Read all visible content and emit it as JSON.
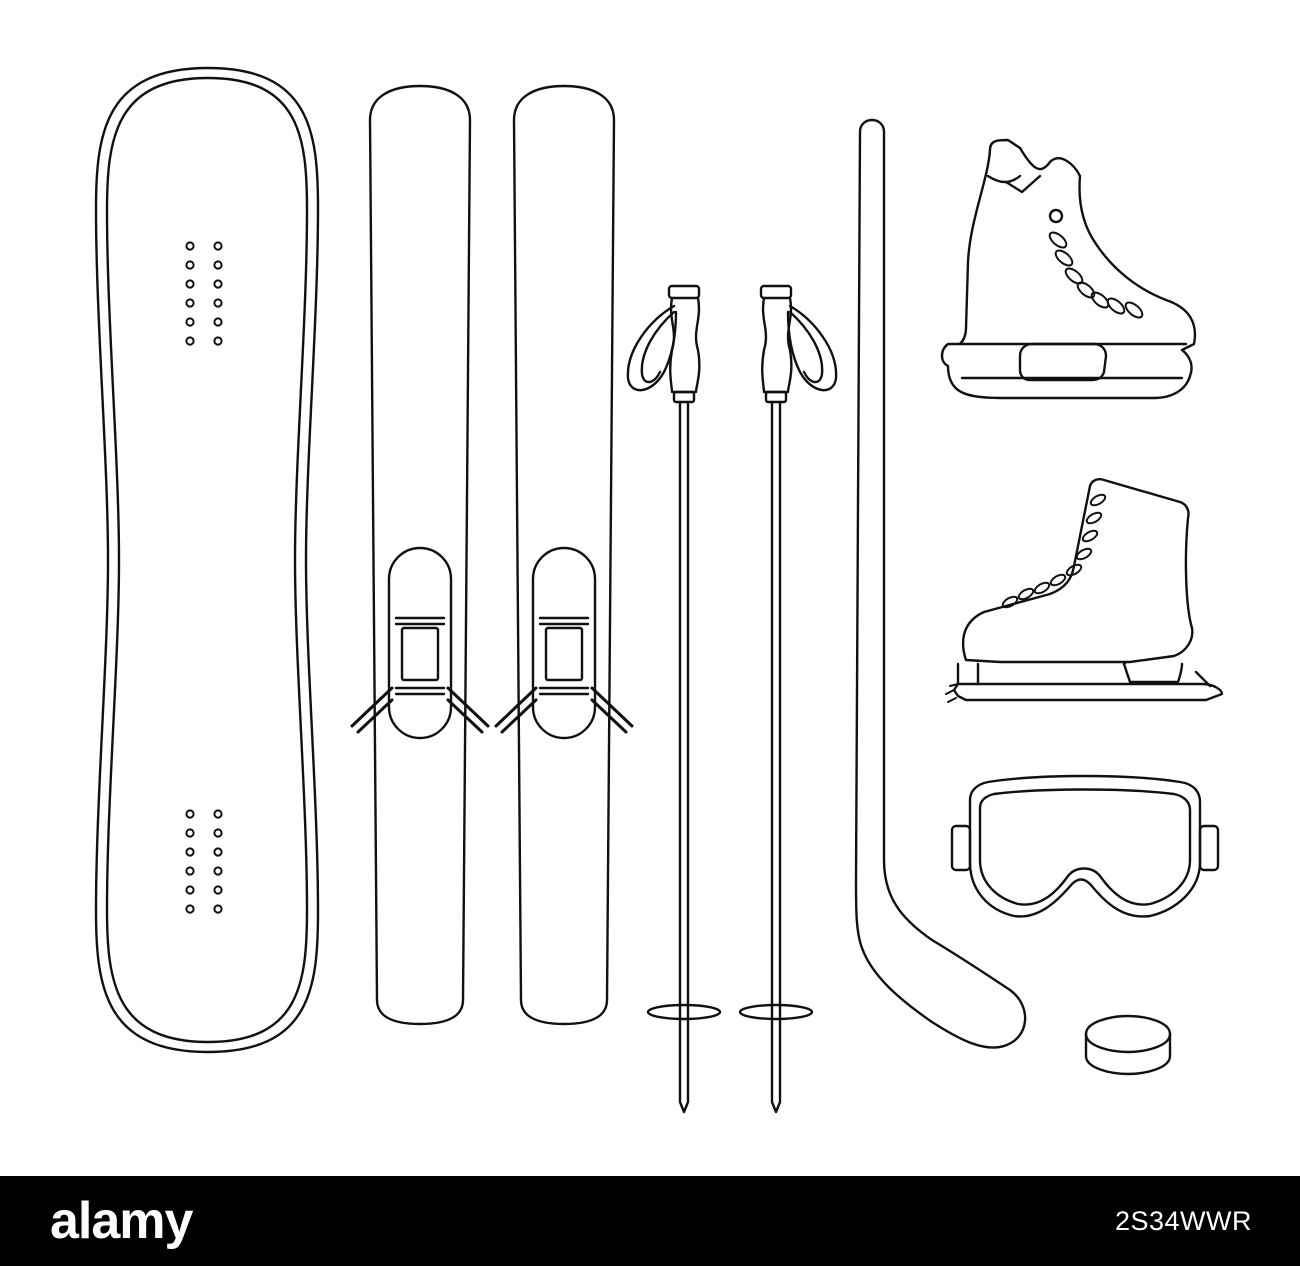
{
  "colors": {
    "background": "#ffffff",
    "outline": "#111111",
    "footer_background": "#000000",
    "footer_text": "#ffffff"
  },
  "illustration": {
    "items": [
      {
        "name": "snowboard",
        "icon": "snowboard-icon"
      },
      {
        "name": "ski-left",
        "icon": "ski-icon"
      },
      {
        "name": "ski-right",
        "icon": "ski-icon"
      },
      {
        "name": "ski-pole-left",
        "icon": "ski-pole-icon"
      },
      {
        "name": "ski-pole-right",
        "icon": "ski-pole-icon"
      },
      {
        "name": "hockey-stick",
        "icon": "hockey-stick-icon"
      },
      {
        "name": "hockey-skate",
        "icon": "hockey-skate-icon"
      },
      {
        "name": "figure-skate",
        "icon": "figure-skate-icon"
      },
      {
        "name": "ski-goggles",
        "icon": "goggles-icon"
      },
      {
        "name": "hockey-puck",
        "icon": "puck-icon"
      }
    ]
  },
  "footer": {
    "logo_text": "alamy",
    "image_id": "2S34WWR"
  }
}
